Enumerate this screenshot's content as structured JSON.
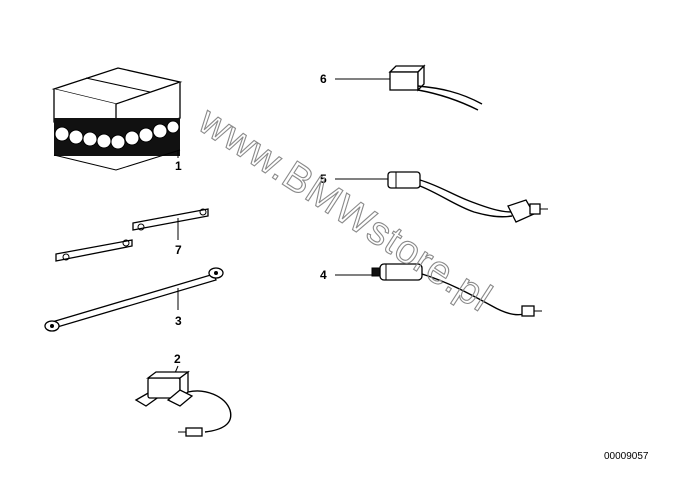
{
  "callouts": {
    "part_1": "1",
    "part_2": "2",
    "part_3": "3",
    "part_4": "4",
    "part_5": "5",
    "part_6": "6",
    "part_7": "7"
  },
  "watermark": "www.BMWstore.pl",
  "document_number": "00009057",
  "colors": {
    "line": "#000000",
    "watermark": "#8a8a8a",
    "background": "#ffffff"
  }
}
